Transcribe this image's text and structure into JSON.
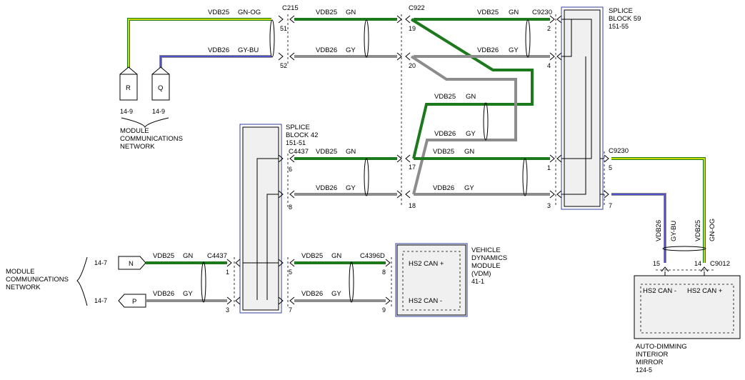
{
  "colors": {
    "green": "#1c7a1c",
    "gray": "#8c8c8c",
    "yellow": "#c8d800",
    "blue": "#5050c8"
  },
  "wires": {
    "vdb25": "VDB25",
    "vdb26": "VDB26",
    "gn": "GN",
    "gy": "GY",
    "gn_og": "GN-OG",
    "gy_bu": "GY-BU"
  },
  "connectors": {
    "c215": "C215",
    "c922": "C922",
    "c9230": "C9230",
    "c4437": "C4437",
    "c4396d": "C4396D",
    "c9012": "C9012"
  },
  "pins": {
    "p51": "51",
    "p52": "52",
    "p19": "19",
    "p20": "20",
    "p17": "17",
    "p18": "18",
    "p2": "2",
    "p4": "4",
    "p1": "1",
    "p3": "3",
    "p6": "6",
    "p8": "8",
    "p5": "5",
    "p7": "7",
    "p9": "9",
    "p15": "15",
    "p14": "14"
  },
  "splice59": {
    "line1": "SPLICE",
    "line2": "BLOCK 59",
    "ref": "151-55"
  },
  "splice42": {
    "line1": "SPLICE",
    "line2": "BLOCK 42",
    "ref": "151-51"
  },
  "mcn_top": {
    "tag_r": "R",
    "tag_q": "Q",
    "ref_r": "14-9",
    "ref_q": "14-9",
    "line1": "MODULE",
    "line2": "COMMUNICATIONS",
    "line3": "NETWORK"
  },
  "mcn_left": {
    "line1": "MODULE",
    "line2": "COMMUNICATIONS",
    "line3": "NETWORK",
    "ref_n": "14-7",
    "ref_p": "14-7",
    "tag_n": "N",
    "tag_p": "P"
  },
  "vdm": {
    "line1": "VEHICLE",
    "line2": "DYNAMICS",
    "line3": "MODULE",
    "line4": "(VDM)",
    "ref": "41-1",
    "can_plus": "HS2 CAN +",
    "can_minus": "HS2 CAN -"
  },
  "mirror": {
    "line1": "AUTO-DIMMING",
    "line2": "INTERIOR",
    "line3": "MIRROR",
    "ref": "124-5",
    "can_minus": "HS2 CAN -",
    "can_plus": "HS2 CAN +"
  }
}
